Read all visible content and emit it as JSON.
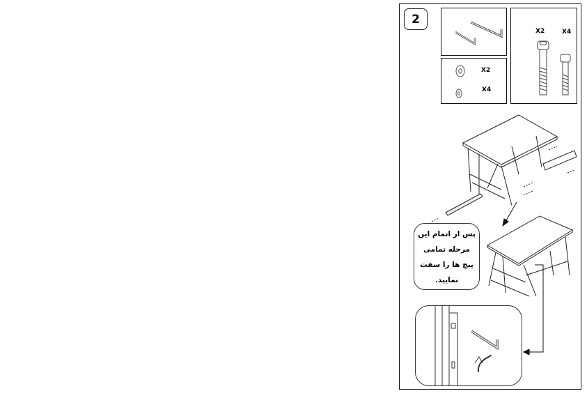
{
  "step": {
    "number": "2"
  },
  "parts": {
    "allen_keys": {
      "icon": "allen-key-icon"
    },
    "washers": [
      {
        "icon": "large-washer-icon",
        "qty": "X2"
      },
      {
        "icon": "small-washer-icon",
        "qty": "X4"
      }
    ],
    "screws": [
      {
        "icon": "long-bolt-icon",
        "qty": "X2"
      },
      {
        "icon": "short-bolt-icon",
        "qty": "X4"
      }
    ]
  },
  "note": {
    "lines": [
      "پس از اتمام این",
      "مرحله تمامی",
      "پیچ ها را سفت",
      "نمایید."
    ]
  }
}
